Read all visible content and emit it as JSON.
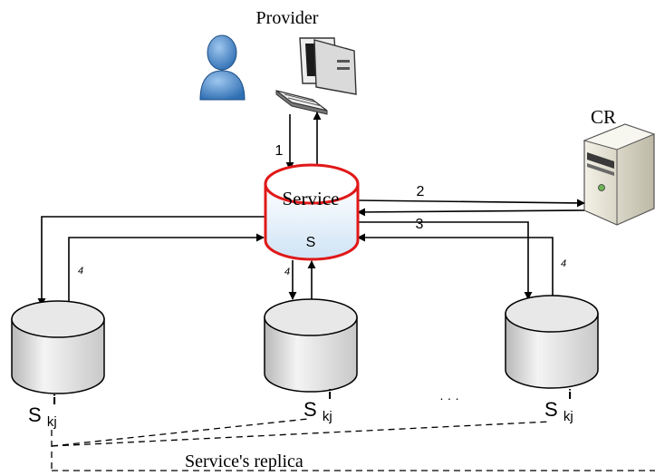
{
  "labels": {
    "provider": "Provider",
    "cr": "CR",
    "service_title": "Service",
    "service_sub": "S",
    "step1": "1",
    "step2": "2",
    "step3": "3",
    "step4_left": "4",
    "step4_mid": "4",
    "step4_right": "4",
    "replica_left_base": "S",
    "replica_left_sup": "i",
    "replica_left_sub": "kj",
    "replica_mid_base": "S",
    "replica_mid_sup": "i",
    "replica_mid_sub": "kj",
    "replica_right_base": "S",
    "replica_right_sup": "i",
    "replica_right_sub": "kj",
    "ellipsis": "· · ·",
    "replica_caption": "Service's replica"
  },
  "colors": {
    "service_ring": "#e01818",
    "user_icon": "#4f8fd1",
    "cylinder_fill": "#d8d8d8",
    "line": "#000000"
  },
  "icons": {
    "provider_user": "user-icon",
    "provider_computer": "computer-icon",
    "cr_server": "server-icon"
  }
}
